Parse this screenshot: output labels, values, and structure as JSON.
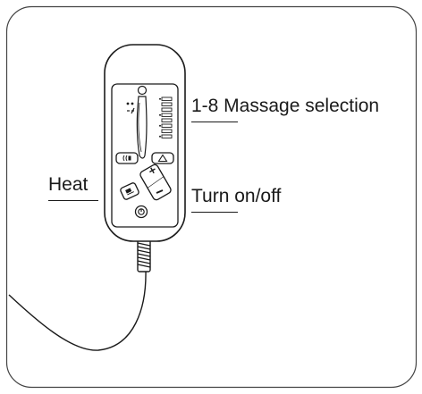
{
  "diagram": {
    "callouts": {
      "massage_selection": "1-8 Massage selection",
      "heat": "Heat",
      "power": "Turn on/off"
    },
    "colors": {
      "stroke": "#1a1a1a",
      "background": "#ffffff",
      "frame": "#333333"
    },
    "icons": {
      "heat_button": "heat-wave-icon",
      "mode_button": "triangle-icon",
      "power_button": "power-icon",
      "plus_button": "plus-icon",
      "minus_button": "minus-icon"
    }
  }
}
